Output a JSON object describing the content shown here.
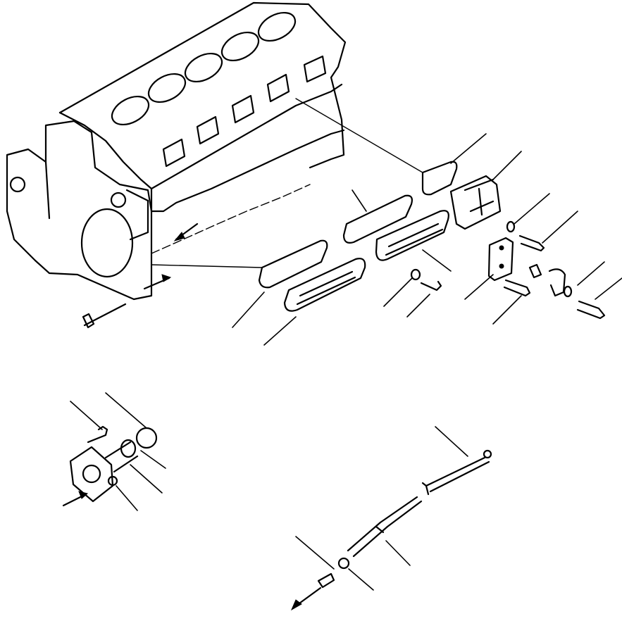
{
  "figure": {
    "kind": "exploded-parts-drawing",
    "text_labels": [],
    "line_color": "#000000",
    "background_color": "#ffffff"
  },
  "parts": [
    "cylinder-block",
    "timing-gear-housing",
    "side-cover-gasket",
    "side-cover",
    "breather-gasket",
    "breather-bracket",
    "bracket-plate",
    "clip",
    "washer",
    "bolt",
    "plug",
    "tube-flange",
    "tube",
    "dipstick-guide",
    "dipstick",
    "adapter",
    "direction-arrow"
  ]
}
